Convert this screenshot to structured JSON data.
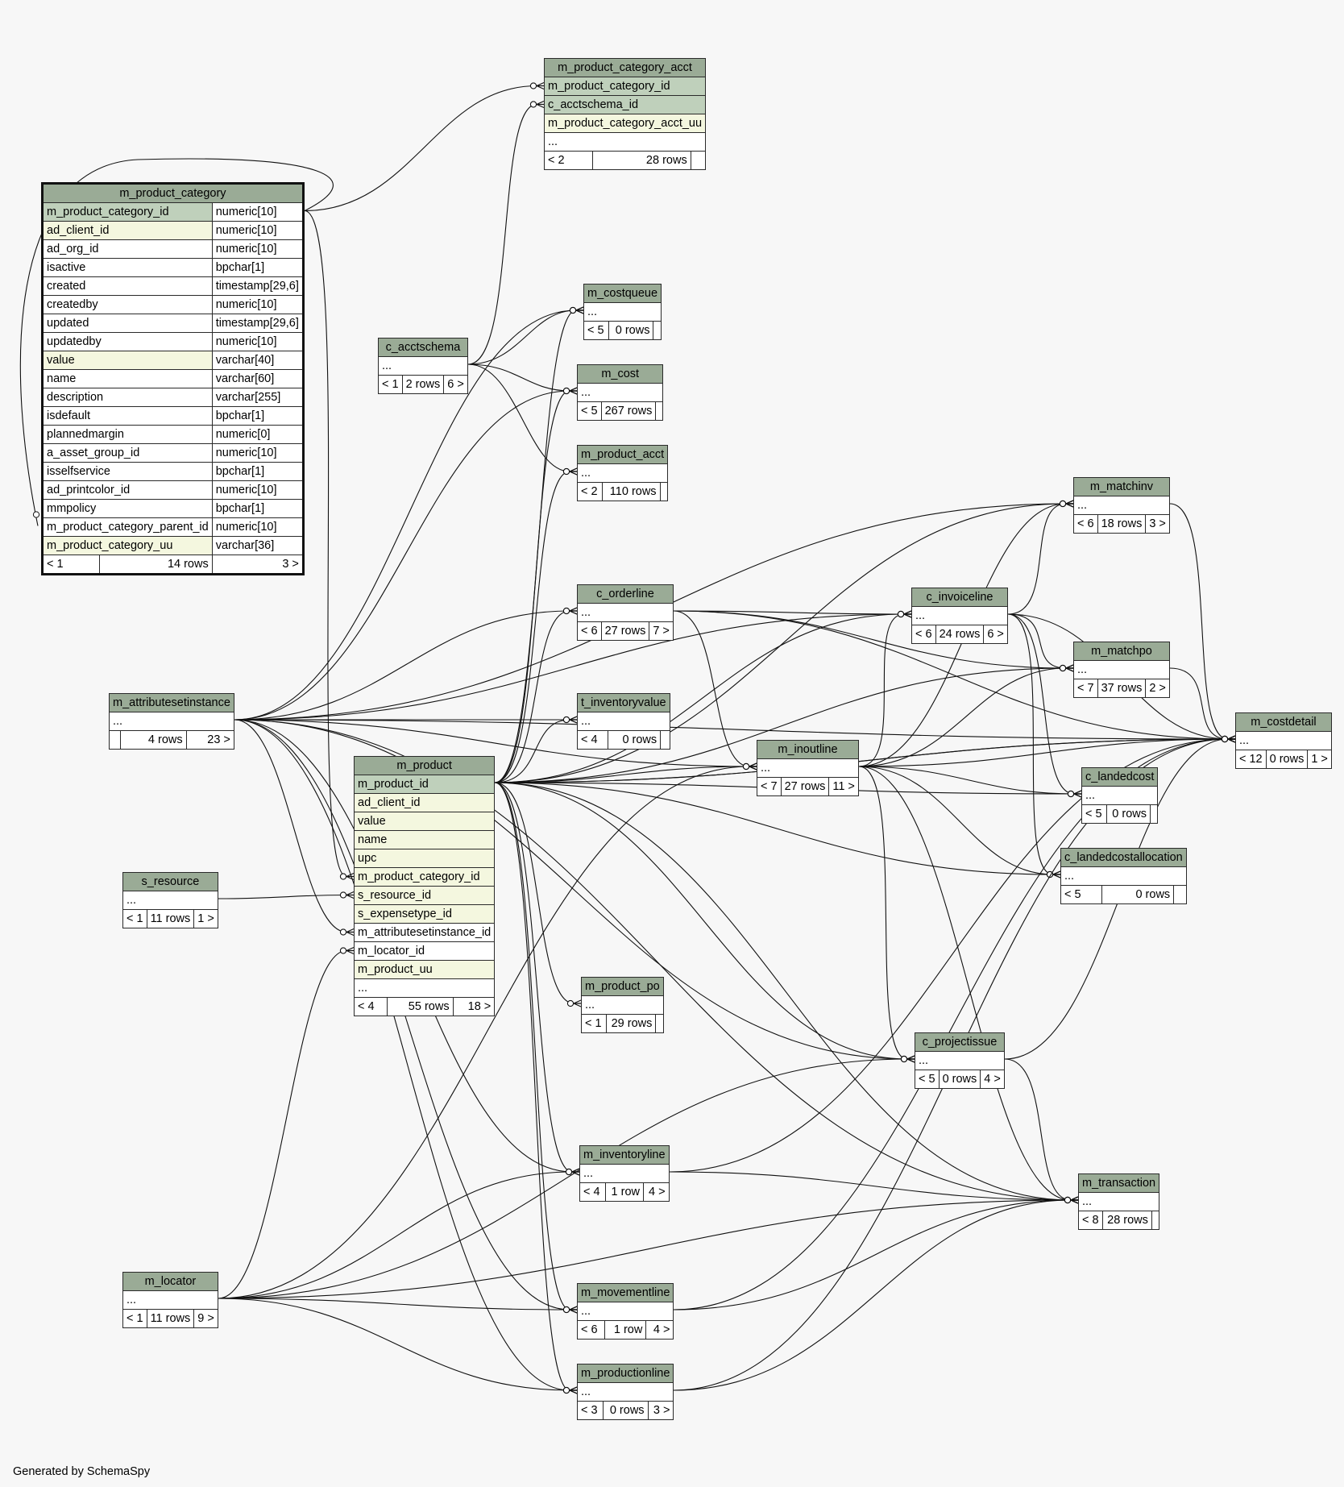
{
  "footer": "Generated by SchemaSpy",
  "colors": {
    "header": "#9aab96",
    "primary_key": "#bfd0bb",
    "indexed": "#f4f7df",
    "background": "#f7f7f7"
  },
  "tables": [
    {
      "id": "m_product_category",
      "name": "m_product_category",
      "main": true,
      "columns": [
        {
          "name": "m_product_category_id",
          "type": "numeric[10]",
          "kind": "pk"
        },
        {
          "name": "ad_client_id",
          "type": "numeric[10]",
          "kind": "idx"
        },
        {
          "name": "ad_org_id",
          "type": "numeric[10]",
          "kind": ""
        },
        {
          "name": "isactive",
          "type": "bpchar[1]",
          "kind": ""
        },
        {
          "name": "created",
          "type": "timestamp[29,6]",
          "kind": ""
        },
        {
          "name": "createdby",
          "type": "numeric[10]",
          "kind": ""
        },
        {
          "name": "updated",
          "type": "timestamp[29,6]",
          "kind": ""
        },
        {
          "name": "updatedby",
          "type": "numeric[10]",
          "kind": ""
        },
        {
          "name": "value",
          "type": "varchar[40]",
          "kind": "idx"
        },
        {
          "name": "name",
          "type": "varchar[60]",
          "kind": ""
        },
        {
          "name": "description",
          "type": "varchar[255]",
          "kind": ""
        },
        {
          "name": "isdefault",
          "type": "bpchar[1]",
          "kind": ""
        },
        {
          "name": "plannedmargin",
          "type": "numeric[0]",
          "kind": ""
        },
        {
          "name": "a_asset_group_id",
          "type": "numeric[10]",
          "kind": ""
        },
        {
          "name": "isselfservice",
          "type": "bpchar[1]",
          "kind": ""
        },
        {
          "name": "ad_printcolor_id",
          "type": "numeric[10]",
          "kind": ""
        },
        {
          "name": "mmpolicy",
          "type": "bpchar[1]",
          "kind": ""
        },
        {
          "name": "m_product_category_parent_id",
          "type": "numeric[10]",
          "kind": ""
        },
        {
          "name": "m_product_category_uu",
          "type": "varchar[36]",
          "kind": "idx"
        }
      ],
      "footer": {
        "parents": "< 1",
        "rows": "14 rows",
        "children": "3 >"
      }
    },
    {
      "id": "m_product_category_acct",
      "name": "m_product_category_acct",
      "columns": [
        {
          "name": "m_product_category_id",
          "kind": "pk"
        },
        {
          "name": "c_acctschema_id",
          "kind": "pk"
        },
        {
          "name": "m_product_category_acct_uu",
          "kind": "idx"
        },
        {
          "name": "...",
          "kind": ""
        }
      ],
      "footer": {
        "parents": "< 2",
        "rows": "28 rows",
        "children": ""
      }
    },
    {
      "id": "m_costqueue",
      "name": "m_costqueue",
      "columns": [
        {
          "name": "...",
          "kind": ""
        }
      ],
      "footer": {
        "parents": "< 5",
        "rows": "0 rows",
        "children": ""
      }
    },
    {
      "id": "c_acctschema",
      "name": "c_acctschema",
      "columns": [
        {
          "name": "...",
          "kind": ""
        }
      ],
      "footer": {
        "parents": "< 1",
        "rows": "2 rows",
        "children": "6 >"
      }
    },
    {
      "id": "m_cost",
      "name": "m_cost",
      "columns": [
        {
          "name": "...",
          "kind": ""
        }
      ],
      "footer": {
        "parents": "< 5",
        "rows": "267 rows",
        "children": ""
      }
    },
    {
      "id": "m_product_acct",
      "name": "m_product_acct",
      "columns": [
        {
          "name": "...",
          "kind": ""
        }
      ],
      "footer": {
        "parents": "< 2",
        "rows": "110 rows",
        "children": ""
      }
    },
    {
      "id": "m_matchinv",
      "name": "m_matchinv",
      "columns": [
        {
          "name": "...",
          "kind": ""
        }
      ],
      "footer": {
        "parents": "< 6",
        "rows": "18 rows",
        "children": "3 >"
      }
    },
    {
      "id": "c_orderline",
      "name": "c_orderline",
      "columns": [
        {
          "name": "...",
          "kind": ""
        }
      ],
      "footer": {
        "parents": "< 6",
        "rows": "27 rows",
        "children": "7 >"
      }
    },
    {
      "id": "c_invoiceline",
      "name": "c_invoiceline",
      "columns": [
        {
          "name": "...",
          "kind": ""
        }
      ],
      "footer": {
        "parents": "< 6",
        "rows": "24 rows",
        "children": "6 >"
      }
    },
    {
      "id": "m_matchpo",
      "name": "m_matchpo",
      "columns": [
        {
          "name": "...",
          "kind": ""
        }
      ],
      "footer": {
        "parents": "< 7",
        "rows": "37 rows",
        "children": "2 >"
      }
    },
    {
      "id": "m_attributesetinstance",
      "name": "m_attributesetinstance",
      "columns": [
        {
          "name": "...",
          "kind": ""
        }
      ],
      "footer": {
        "parents": "",
        "rows": "4 rows",
        "children": "23 >"
      }
    },
    {
      "id": "t_inventoryvalue",
      "name": "t_inventoryvalue",
      "columns": [
        {
          "name": "...",
          "kind": ""
        }
      ],
      "footer": {
        "parents": "< 4",
        "rows": "0 rows",
        "children": ""
      }
    },
    {
      "id": "m_costdetail",
      "name": "m_costdetail",
      "columns": [
        {
          "name": "...",
          "kind": ""
        }
      ],
      "footer": {
        "parents": "< 12",
        "rows": "0 rows",
        "children": "1 >"
      }
    },
    {
      "id": "m_inoutline",
      "name": "m_inoutline",
      "columns": [
        {
          "name": "...",
          "kind": ""
        }
      ],
      "footer": {
        "parents": "< 7",
        "rows": "27 rows",
        "children": "11 >"
      }
    },
    {
      "id": "m_product",
      "name": "m_product",
      "columns": [
        {
          "name": "m_product_id",
          "kind": "pk"
        },
        {
          "name": "ad_client_id",
          "kind": "idx"
        },
        {
          "name": "value",
          "kind": "idx"
        },
        {
          "name": "name",
          "kind": "idx"
        },
        {
          "name": "upc",
          "kind": "idx"
        },
        {
          "name": "m_product_category_id",
          "kind": "idx"
        },
        {
          "name": "s_resource_id",
          "kind": "idx"
        },
        {
          "name": "s_expensetype_id",
          "kind": "idx"
        },
        {
          "name": "m_attributesetinstance_id",
          "kind": ""
        },
        {
          "name": "m_locator_id",
          "kind": ""
        },
        {
          "name": "m_product_uu",
          "kind": "idx"
        },
        {
          "name": "...",
          "kind": ""
        }
      ],
      "footer": {
        "parents": "< 4",
        "rows": "55 rows",
        "children": "18 >"
      }
    },
    {
      "id": "c_landedcost",
      "name": "c_landedcost",
      "columns": [
        {
          "name": "...",
          "kind": ""
        }
      ],
      "footer": {
        "parents": "< 5",
        "rows": "0 rows",
        "children": ""
      }
    },
    {
      "id": "c_landedcostallocation",
      "name": "c_landedcostallocation",
      "columns": [
        {
          "name": "...",
          "kind": ""
        }
      ],
      "footer": {
        "parents": "< 5",
        "rows": "0 rows",
        "children": ""
      }
    },
    {
      "id": "s_resource",
      "name": "s_resource",
      "columns": [
        {
          "name": "...",
          "kind": ""
        }
      ],
      "footer": {
        "parents": "< 1",
        "rows": "11 rows",
        "children": "1 >"
      }
    },
    {
      "id": "m_product_po",
      "name": "m_product_po",
      "columns": [
        {
          "name": "...",
          "kind": ""
        }
      ],
      "footer": {
        "parents": "< 1",
        "rows": "29 rows",
        "children": ""
      }
    },
    {
      "id": "c_projectissue",
      "name": "c_projectissue",
      "columns": [
        {
          "name": "...",
          "kind": ""
        }
      ],
      "footer": {
        "parents": "< 5",
        "rows": "0 rows",
        "children": "4 >"
      }
    },
    {
      "id": "m_inventoryline",
      "name": "m_inventoryline",
      "columns": [
        {
          "name": "...",
          "kind": ""
        }
      ],
      "footer": {
        "parents": "< 4",
        "rows": "1 row",
        "children": "4 >"
      }
    },
    {
      "id": "m_transaction",
      "name": "m_transaction",
      "columns": [
        {
          "name": "...",
          "kind": ""
        }
      ],
      "footer": {
        "parents": "< 8",
        "rows": "28 rows",
        "children": ""
      }
    },
    {
      "id": "m_locator",
      "name": "m_locator",
      "columns": [
        {
          "name": "...",
          "kind": ""
        }
      ],
      "footer": {
        "parents": "< 1",
        "rows": "11 rows",
        "children": "9 >"
      }
    },
    {
      "id": "m_movementline",
      "name": "m_movementline",
      "columns": [
        {
          "name": "...",
          "kind": ""
        }
      ],
      "footer": {
        "parents": "< 6",
        "rows": "1 row",
        "children": "4 >"
      }
    },
    {
      "id": "m_productionline",
      "name": "m_productionline",
      "columns": [
        {
          "name": "...",
          "kind": ""
        }
      ],
      "footer": {
        "parents": "< 3",
        "rows": "0 rows",
        "children": "3 >"
      }
    }
  ]
}
